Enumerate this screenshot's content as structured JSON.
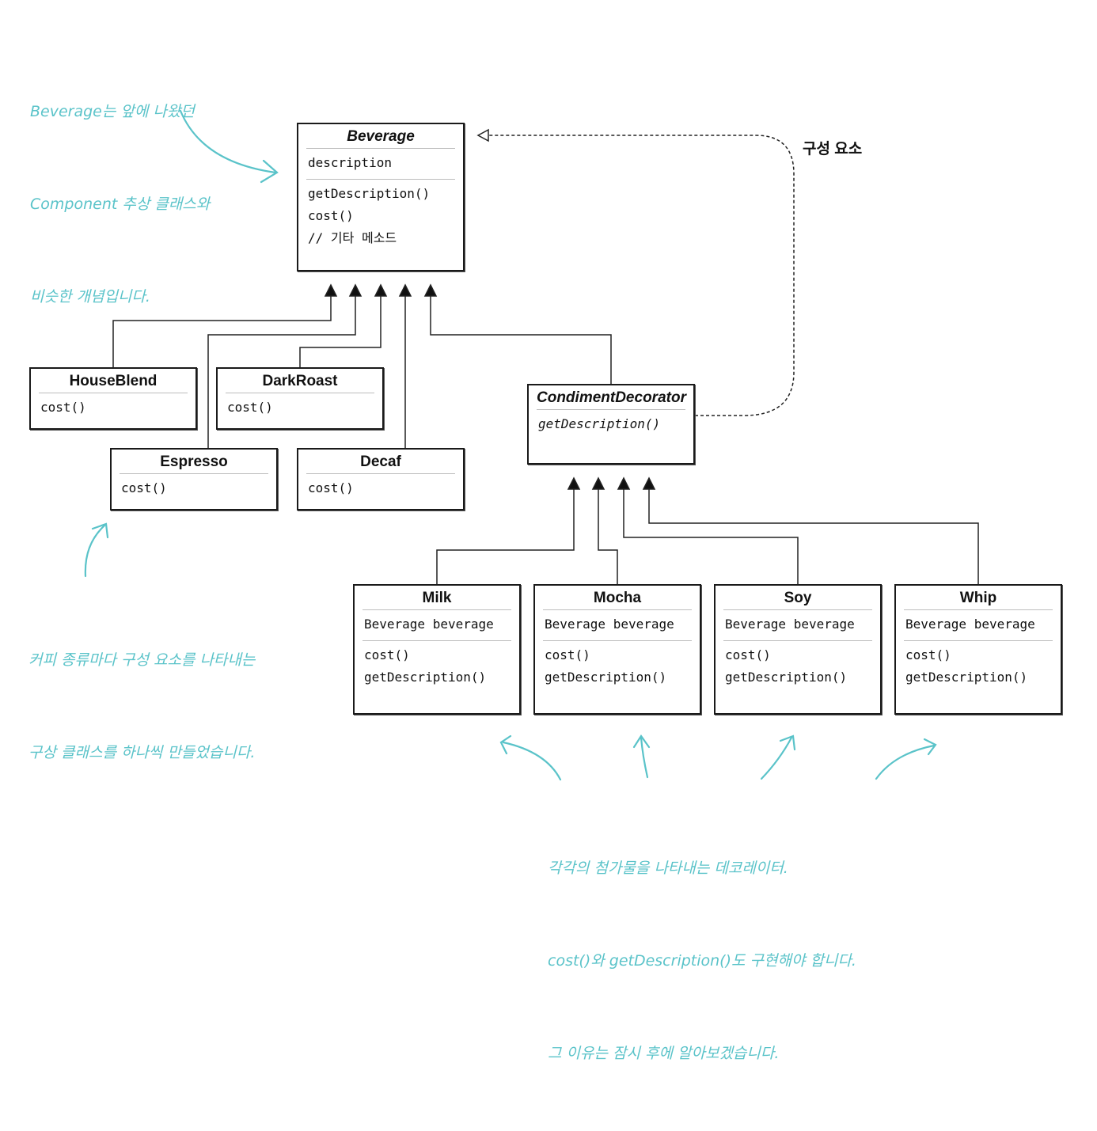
{
  "component": {
    "name": "Beverage",
    "attributes": [
      "description"
    ],
    "methods": [
      "getDescription()",
      "cost()",
      "// 기타 메소드"
    ]
  },
  "concrete_components": [
    {
      "name": "HouseBlend",
      "methods": [
        "cost()"
      ]
    },
    {
      "name": "DarkRoast",
      "methods": [
        "cost()"
      ]
    },
    {
      "name": "Espresso",
      "methods": [
        "cost()"
      ]
    },
    {
      "name": "Decaf",
      "methods": [
        "cost()"
      ]
    }
  ],
  "decorator": {
    "name": "CondimentDecorator",
    "methods": [
      "getDescription()"
    ]
  },
  "concrete_decorators": [
    {
      "name": "Milk",
      "attributes": [
        "Beverage beverage"
      ],
      "methods": [
        "cost()",
        "getDescription()"
      ]
    },
    {
      "name": "Mocha",
      "attributes": [
        "Beverage beverage"
      ],
      "methods": [
        "cost()",
        "getDescription()"
      ]
    },
    {
      "name": "Soy",
      "attributes": [
        "Beverage beverage"
      ],
      "methods": [
        "cost()",
        "getDescription()"
      ]
    },
    {
      "name": "Whip",
      "attributes": [
        "Beverage beverage"
      ],
      "methods": [
        "cost()",
        "getDescription()"
      ]
    }
  ],
  "composition_label": "구성 요소",
  "notes": {
    "beverage_note": [
      "Beverage는 앞에 나왔던",
      "Component 추상 클래스와",
      "비슷한 개념입니다."
    ],
    "concrete_note": [
      "커피 종류마다 구성 요소를 나타내는",
      "구상 클래스를 하나씩 만들었습니다."
    ],
    "decorator_note": [
      "각각의 첨가물을 나타내는 데코레이터.",
      "cost()와 getDescription()도 구현해야 합니다.",
      "그 이유는 잠시 후에 알아보겠습니다."
    ]
  },
  "colors": {
    "annotation": "#5ac3c9",
    "line": "#1a1a1a"
  }
}
